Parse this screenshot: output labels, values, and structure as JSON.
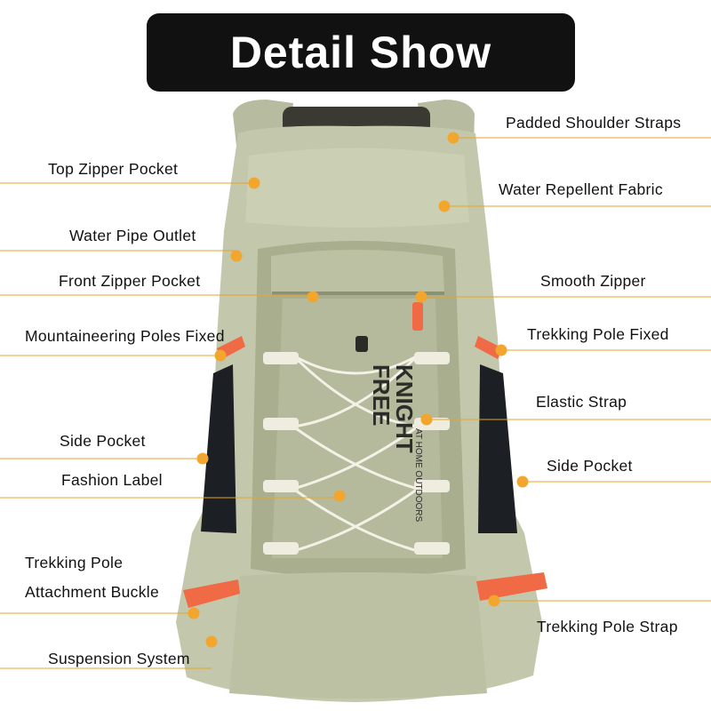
{
  "title": "Detail Show",
  "brand_label": {
    "line1": "FREE",
    "line2": "KNIGHT",
    "tagline": "AT HOME OUTDOORS"
  },
  "colors": {
    "title_bg": "#111111",
    "title_text": "#ffffff",
    "leader_line": "#e6a524",
    "marker_dot": "#f2a62e",
    "bag_body": "#c3c8ac",
    "bag_panel": "#a9ae8f",
    "accent_orange": "#f06a45",
    "webbing": "#efece0"
  },
  "callouts_left": [
    {
      "label": "Top Zipper Pocket"
    },
    {
      "label": "Water Pipe Outlet"
    },
    {
      "label": "Front Zipper Pocket"
    },
    {
      "label": "Mountaineering Poles Fixed"
    },
    {
      "label": "Side Pocket"
    },
    {
      "label": "Fashion Label"
    },
    {
      "label": "Trekking Pole"
    },
    {
      "label": "Attachment Buckle"
    },
    {
      "label": "Suspension System"
    }
  ],
  "callouts_right": [
    {
      "label": "Padded Shoulder Straps"
    },
    {
      "label": "Water Repellent Fabric"
    },
    {
      "label": "Smooth Zipper"
    },
    {
      "label": "Trekking Pole Fixed"
    },
    {
      "label": "Elastic Strap"
    },
    {
      "label": "Side Pocket"
    },
    {
      "label": "Trekking Pole Strap"
    }
  ]
}
